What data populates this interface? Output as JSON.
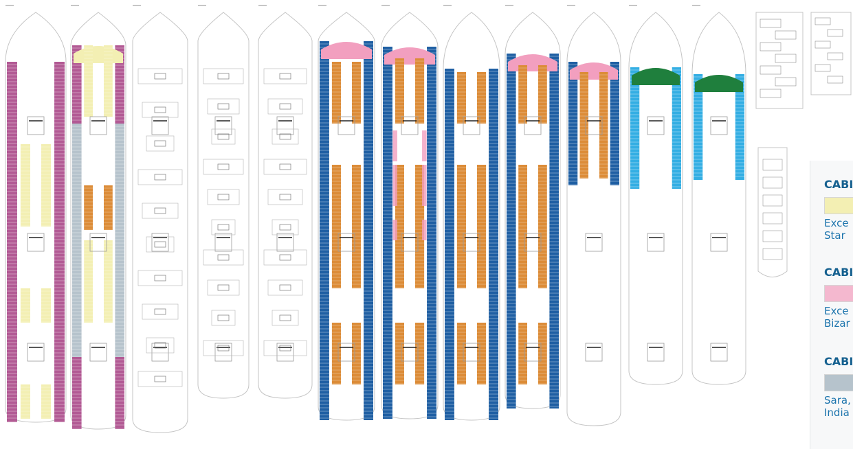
{
  "colors": {
    "balcony": "#b25a94",
    "exterior": "#f3efb3",
    "suite": "#f29fbf",
    "interior_grey": "#b6c3cc",
    "interior": "#dc8c38",
    "oceanview": "#1f5fa3",
    "spa_oceanview": "#33aee3",
    "spa_suite": "#1f7f3d",
    "outline": "#c4c4c4"
  },
  "legend": {
    "sections": [
      {
        "title": "CABI",
        "text1": "Exce",
        "text2": "Star",
        "swatch": "#f3efb3"
      },
      {
        "title": "CABI",
        "text1": "Exce",
        "text2": "Bizar",
        "swatch": "#f4b8cf"
      },
      {
        "title": "CABI",
        "text1": "Sara,",
        "text2": "India",
        "swatch": "#b6c3cc"
      }
    ]
  }
}
